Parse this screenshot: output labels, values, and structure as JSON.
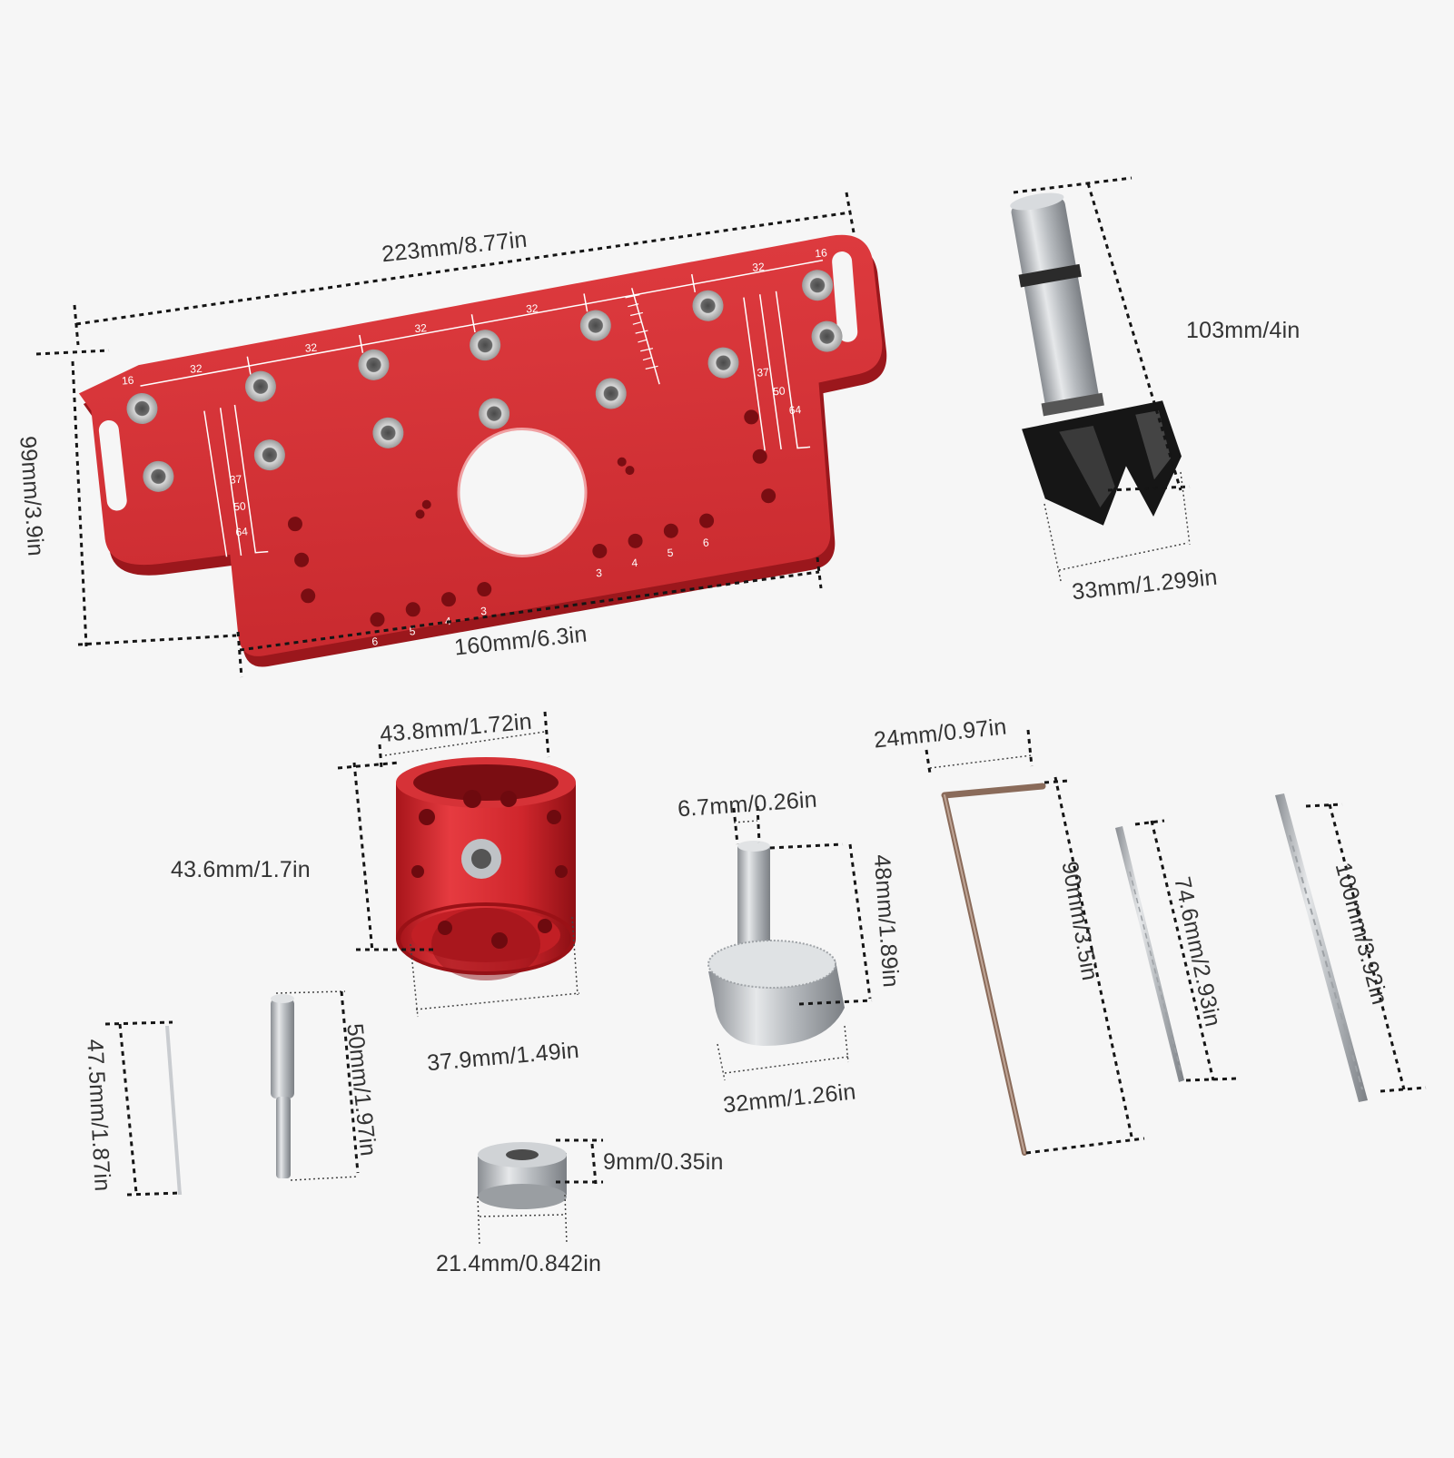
{
  "jig": {
    "numbers_top": [
      "16",
      "32",
      "32",
      "32",
      "32",
      "32",
      "16"
    ],
    "numbers_bottom_left": [
      "6",
      "5",
      "4",
      "3"
    ],
    "numbers_bottom_right": [
      "3",
      "4",
      "5",
      "6"
    ],
    "side_marks": [
      "37",
      "50",
      "64"
    ]
  },
  "dimensions": {
    "plate_length": "223mm/8.77in",
    "plate_height": "99mm/3.9in",
    "plate_base": "160mm/6.3in",
    "forstner_length": "103mm/4in",
    "forstner_diameter": "33mm/1.299in",
    "guide_outer_top": "43.8mm/1.72in",
    "guide_height": "43.6mm/1.7in",
    "guide_inner": "37.9mm/1.49in",
    "pin_shank": "6.7mm/0.26in",
    "pin_length": "48mm/1.89in",
    "pin_head": "32mm/1.26in",
    "hex_key_width": "24mm/0.97in",
    "hex_key_length": "90mm/3.5in",
    "drill_small": "74.6mm/2.93in",
    "drill_large": "100mm/3.92in",
    "rod_short": "47.5mm/1.87in",
    "dowel": "50mm/1.97in",
    "collar_height": "9mm/0.35in",
    "collar_diameter": "21.4mm/0.842in"
  },
  "colors": {
    "aluminum_red": "#d42d33",
    "steel": "#bfc2c6",
    "carbide": "#161616",
    "background": "#f6f6f6"
  }
}
